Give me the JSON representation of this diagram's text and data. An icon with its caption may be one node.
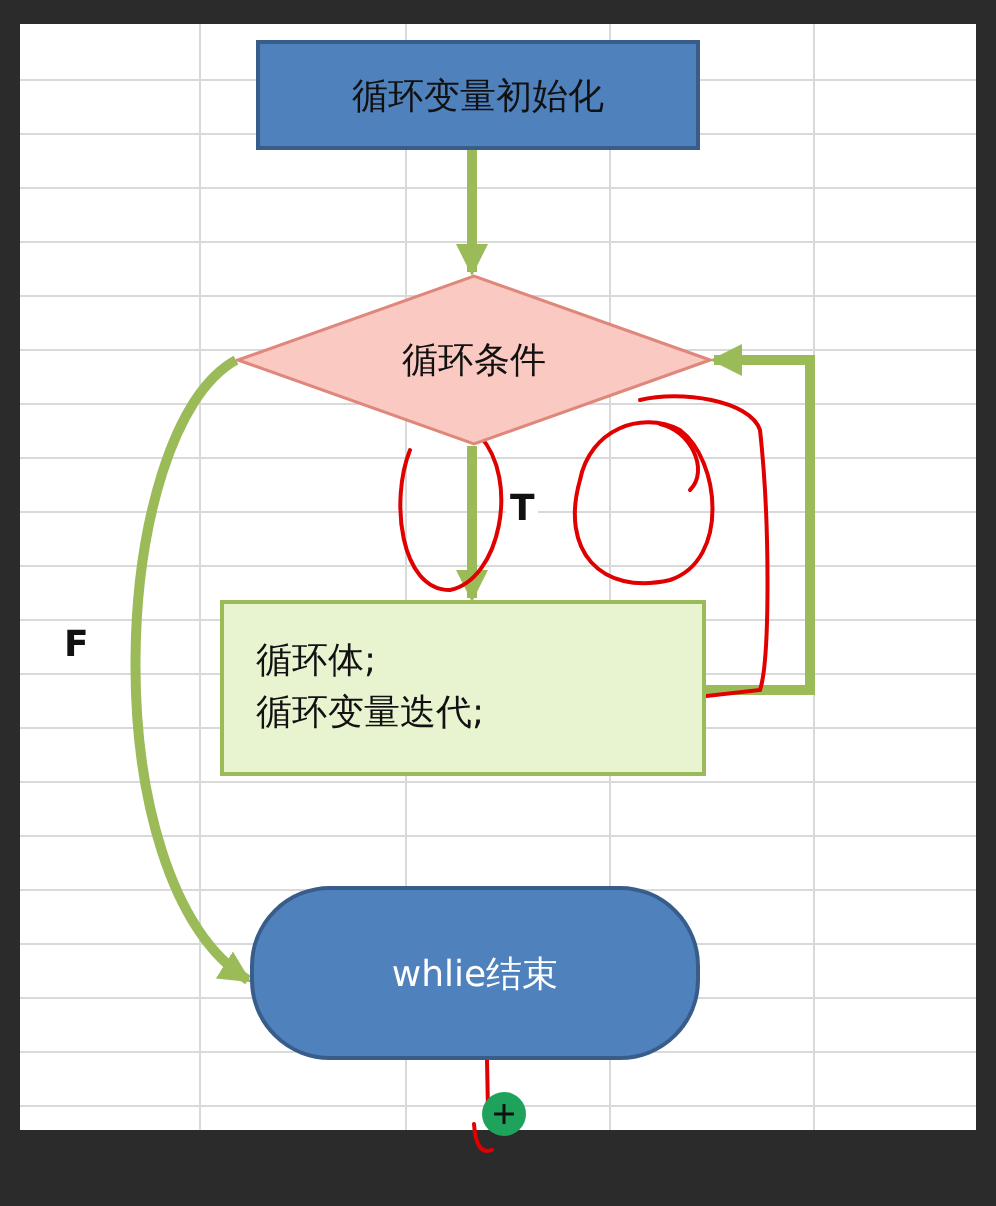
{
  "diagram": {
    "nodes": [
      {
        "text": [
          "循环变量初始化"
        ]
      },
      {
        "text": [
          "循环条件"
        ]
      },
      {
        "text": [
          "循环体;",
          "循环变量迭代;"
        ]
      },
      {
        "text": [
          "whlie结束"
        ]
      }
    ],
    "edges": [
      {
        "from": 0,
        "to": 1,
        "arrow": "to"
      },
      {
        "from": 1,
        "to": 2,
        "arrow": "to",
        "label": "T"
      },
      {
        "from": 2,
        "to": 1,
        "arrow": "to"
      },
      {
        "from": 1,
        "to": 3,
        "arrow": "to",
        "label": "F"
      }
    ]
  }
}
